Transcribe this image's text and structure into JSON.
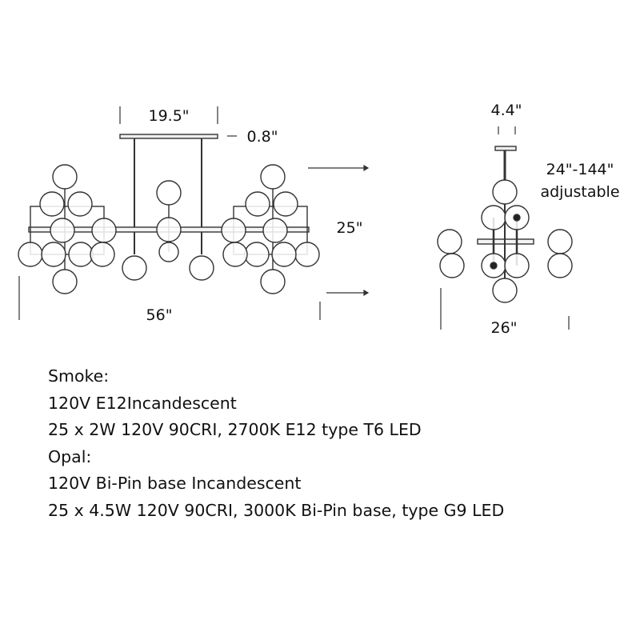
{
  "front_view": {
    "canopy_width": "19.5\"",
    "canopy_height": "0.8\"",
    "height": "25\"",
    "width": "56\""
  },
  "side_view": {
    "canopy_width": "4.4\"",
    "drop_range": "24\"-144\"",
    "drop_note": "adjustable",
    "width": "26\""
  },
  "specs": [
    "Smoke:",
    "120V E12Incandescent",
    "25 x 2W 120V 90CRI, 2700K E12 type T6 LED",
    "Opal:",
    "120V Bi-Pin base Incandescent",
    "25 x 4.5W 120V 90CRI, 3000K Bi-Pin base, type G9 LED"
  ]
}
